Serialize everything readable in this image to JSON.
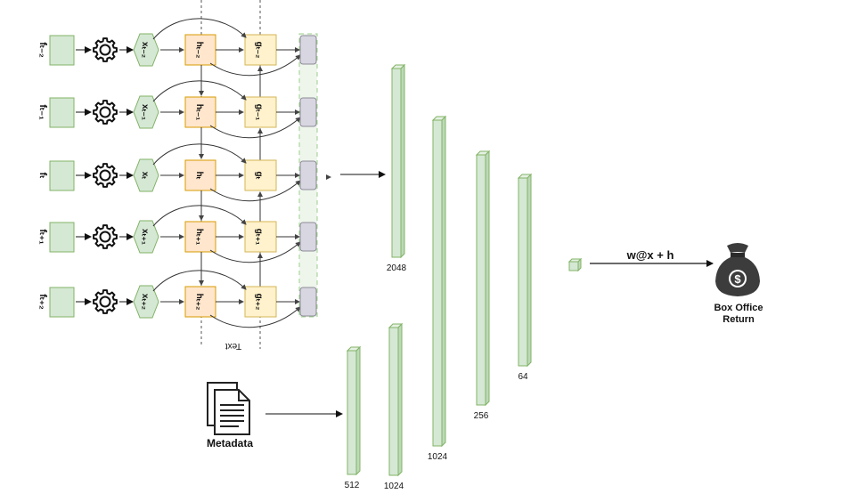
{
  "rows": [
    {
      "f": "fₜ₋₂",
      "x": "xₜ₋₂",
      "h": "hₜ₋₂",
      "g": "gₜ₋₂"
    },
    {
      "f": "fₜ₋₁",
      "x": "xₜ₋₁",
      "h": "hₜ₋₁",
      "g": "gₜ₋₁"
    },
    {
      "f": "fₜ",
      "x": "xₜ",
      "h": "hₜ",
      "g": "gₜ"
    },
    {
      "f": "fₜ₊₁",
      "x": "xₜ₊₁",
      "h": "hₜ₊₁",
      "g": "gₜ₊₁"
    },
    {
      "f": "fₜ₊₂",
      "x": "xₜ₊₂",
      "h": "hₜ₊₂",
      "g": "gₜ₊₂"
    }
  ],
  "text_label": "Text",
  "metadata_label": "Metadata",
  "formula": "w@x + h",
  "output_label_line1": "Box Office",
  "output_label_line2": "Return",
  "dollar_sign": "$",
  "text_layers": [
    "2048",
    "1024",
    "256",
    "64"
  ],
  "meta_layers": [
    "512",
    "1024"
  ],
  "colors": {
    "green_fill": "#d5e8d4",
    "green_stroke": "#82b366",
    "orange_fill": "#ffe6cc",
    "orange_stroke": "#d79b00",
    "yellow_fill": "#fff2cc",
    "yellow_stroke": "#d6b656",
    "gray_fill": "#d8d6e0",
    "gray_stroke": "#8e8c99",
    "bag": "#3c3c3c"
  }
}
